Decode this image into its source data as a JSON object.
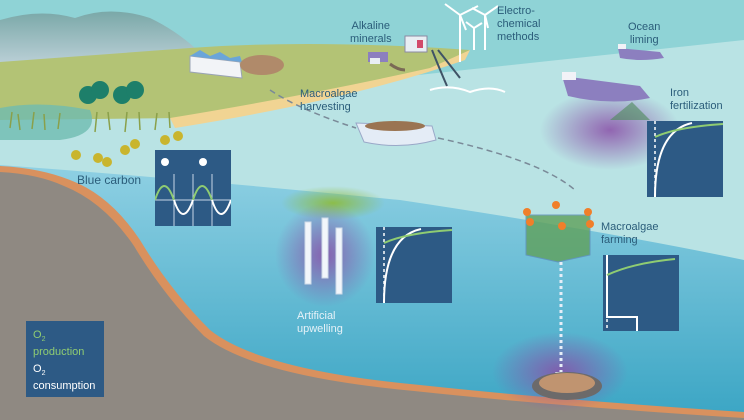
{
  "labels": {
    "alkaline_minerals": "Alkaline\nminerals",
    "electrochemical_methods": "Electro-\nchemical\nmethods",
    "ocean_liming": "Ocean\nliming",
    "iron_fertilization": "Iron\nfertilization",
    "macroalgae_harvesting": "Macroalgae\nharvesting",
    "blue_carbon": "Blue carbon",
    "artificial_upwelling": "Artificial\nupwelling",
    "macroalgae_farming": "Macroalgae\nfarming"
  },
  "legend": {
    "production_o": "O",
    "production_sub": "2",
    "production_word": "production",
    "consumption_o": "O",
    "consumption_sub": "2",
    "consumption_word": "consumption",
    "production_color": "#8fcc72",
    "consumption_color": "#ffffff",
    "box_color": "#2d5a85"
  },
  "colors": {
    "sky": "#8fd3d6",
    "surface_water": "#b9e3e4",
    "deep_water": "#4fb1cc",
    "seafloor": "#8f8982",
    "sediment_edge": "#d9915e",
    "land": "#b3c375",
    "beach": "#f1d493",
    "panel": "#2d5a85",
    "hypoxia_purple": "#8a5aa8",
    "bloom_green": "#98c05a"
  },
  "panels": {
    "blue_carbon": {
      "icons": [
        "sun-icon",
        "moon-icon",
        "sun-icon",
        "moon-icon"
      ],
      "curve": "diel-oscillation"
    },
    "artificial_upwelling": {
      "curve": "depth-profile"
    },
    "iron_fertilization": {
      "curve": "depth-profile"
    },
    "macroalgae_farming": {
      "curve": "depth-profile-stepped"
    }
  }
}
